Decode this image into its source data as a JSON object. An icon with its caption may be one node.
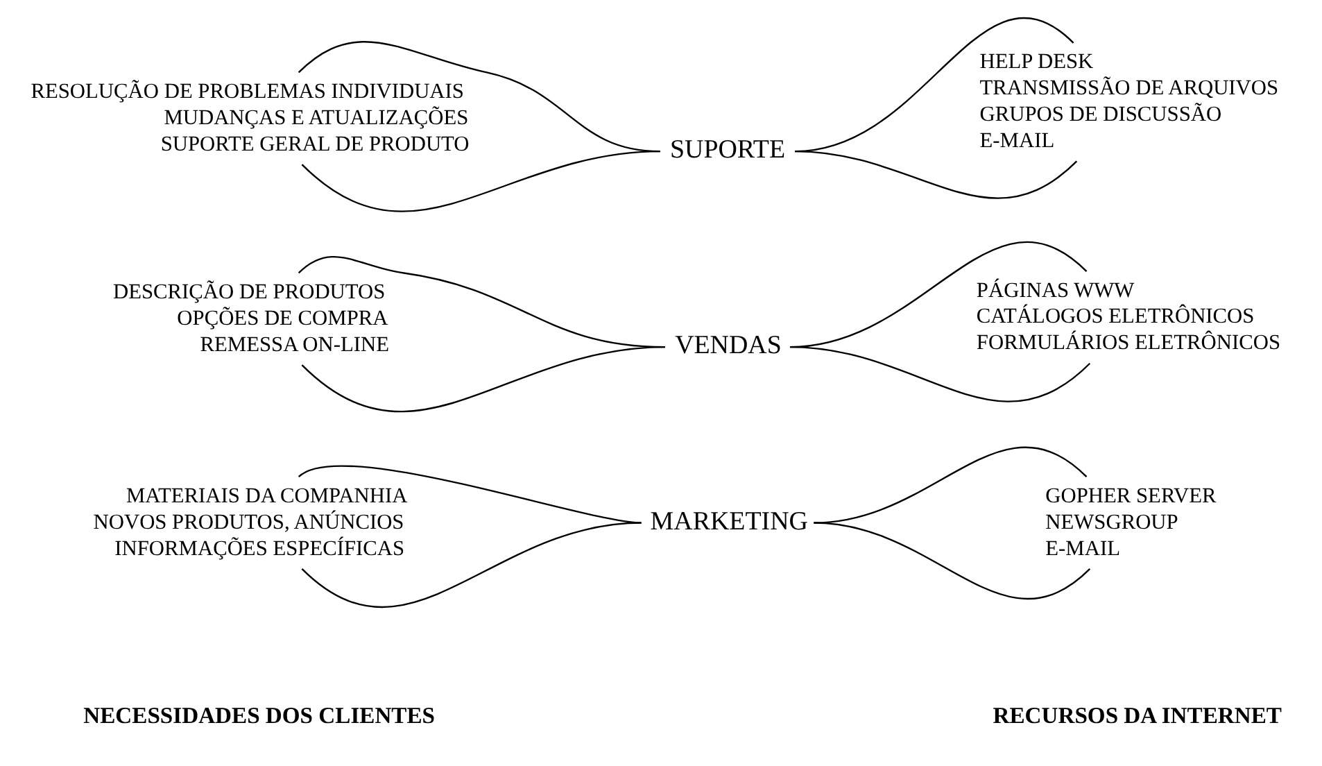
{
  "diagram": {
    "nodes": [
      {
        "text": [
          "MATERIAIS DA COMPANHIA",
          "NOVOS PRODUTOS, ANÚNCIOS",
          "INFORMAÇÕES ESPECÍFICAS"
        ]
      },
      {
        "text": [
          "MARKETING"
        ]
      },
      {
        "text": [
          "GOPHER SERVER",
          "NEWSGROUP",
          "E-MAIL"
        ]
      },
      {
        "text": [
          "DESCRIÇÃO DE PRODUTOS",
          "OPÇÕES DE COMPRA",
          "REMESSA ON-LINE"
        ]
      },
      {
        "text": [
          "VENDAS"
        ]
      },
      {
        "text": [
          "PÁGINAS WWW",
          "CATÁLOGOS ELETRÔNICOS",
          "FORMULÁRIOS ELETRÔNICOS"
        ]
      },
      {
        "text": [
          "RESOLUÇÃO DE PROBLEMAS INDIVIDUAIS",
          "MUDANÇAS E ATUALIZAÇÕES",
          "SUPORTE GERAL DE PRODUTO"
        ]
      },
      {
        "text": [
          "SUPORTE"
        ]
      },
      {
        "text": [
          "HELP DESK",
          "TRANSMISSÃO DE ARQUIVOS",
          "GRUPOS DE DISCUSSÃO",
          "E-MAIL"
        ]
      }
    ],
    "edges": [
      {
        "from": 0,
        "to": 1,
        "arrow": "none"
      },
      {
        "from": 0,
        "to": 1,
        "arrow": "none"
      },
      {
        "from": 1,
        "to": 2,
        "arrow": "none"
      },
      {
        "from": 1,
        "to": 2,
        "arrow": "none"
      },
      {
        "from": 3,
        "to": 4,
        "arrow": "none"
      },
      {
        "from": 3,
        "to": 4,
        "arrow": "none"
      },
      {
        "from": 4,
        "to": 5,
        "arrow": "none"
      },
      {
        "from": 4,
        "to": 5,
        "arrow": "none"
      },
      {
        "from": 6,
        "to": 7,
        "arrow": "none"
      },
      {
        "from": 6,
        "to": 7,
        "arrow": "none"
      },
      {
        "from": 7,
        "to": 8,
        "arrow": "none"
      },
      {
        "from": 7,
        "to": 8,
        "arrow": "none"
      }
    ],
    "labels": [
      "NECESSIDADES DOS CLIENTES",
      "RECURSOS DA INTERNET"
    ]
  }
}
